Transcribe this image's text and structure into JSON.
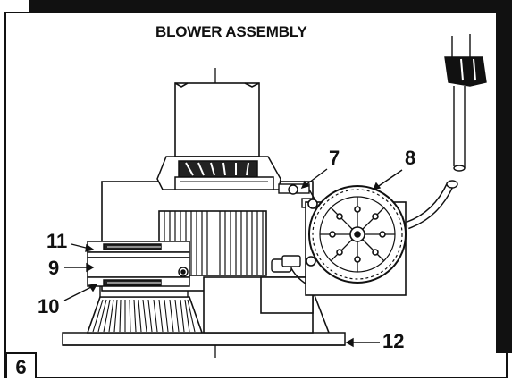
{
  "title": "BLOWER ASSEMBLY",
  "figure_number": "6",
  "callouts": {
    "c7": "7",
    "c8": "8",
    "c9": "9",
    "c10": "10",
    "c11": "11",
    "c12": "12"
  }
}
